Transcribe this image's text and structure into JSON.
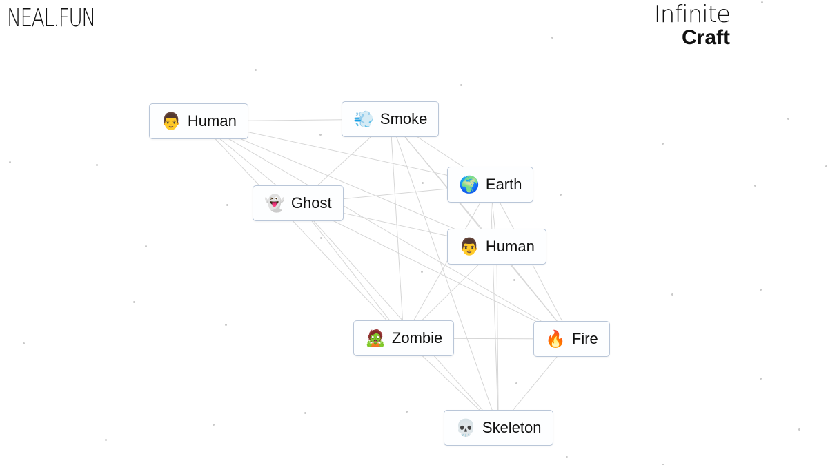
{
  "header": {
    "logo": "NEAL.FUN",
    "brand_top": "Infinite",
    "brand_bottom": "Craft"
  },
  "items": [
    {
      "id": "human1",
      "label": "Human",
      "icon": "👨",
      "icon_name": "man-face-icon"
    },
    {
      "id": "smoke",
      "label": "Smoke",
      "icon": "💨",
      "icon_name": "wind-puff-icon"
    },
    {
      "id": "earth",
      "label": "Earth",
      "icon": "🌍",
      "icon_name": "globe-icon"
    },
    {
      "id": "ghost",
      "label": "Ghost",
      "icon": "👻",
      "icon_name": "ghost-icon"
    },
    {
      "id": "human2",
      "label": "Human",
      "icon": "👨",
      "icon_name": "man-face-icon"
    },
    {
      "id": "zombie",
      "label": "Zombie",
      "icon": "🧟",
      "icon_name": "zombie-icon"
    },
    {
      "id": "fire",
      "label": "Fire",
      "icon": "🔥",
      "icon_name": "fire-icon"
    },
    {
      "id": "skeleton",
      "label": "Skeleton",
      "icon": "💀",
      "icon_name": "skull-icon"
    }
  ],
  "connections": [
    [
      "human1",
      "smoke"
    ],
    [
      "human1",
      "ghost"
    ],
    [
      "human1",
      "earth"
    ],
    [
      "human1",
      "human2"
    ],
    [
      "human1",
      "zombie"
    ],
    [
      "human1",
      "fire"
    ],
    [
      "smoke",
      "ghost"
    ],
    [
      "smoke",
      "earth"
    ],
    [
      "smoke",
      "human2"
    ],
    [
      "smoke",
      "zombie"
    ],
    [
      "smoke",
      "fire"
    ],
    [
      "smoke",
      "skeleton"
    ],
    [
      "ghost",
      "earth"
    ],
    [
      "ghost",
      "human2"
    ],
    [
      "ghost",
      "zombie"
    ],
    [
      "ghost",
      "fire"
    ],
    [
      "ghost",
      "skeleton"
    ],
    [
      "earth",
      "human2"
    ],
    [
      "earth",
      "zombie"
    ],
    [
      "earth",
      "fire"
    ],
    [
      "earth",
      "skeleton"
    ],
    [
      "human2",
      "zombie"
    ],
    [
      "human2",
      "fire"
    ],
    [
      "human2",
      "skeleton"
    ],
    [
      "zombie",
      "fire"
    ],
    [
      "zombie",
      "skeleton"
    ],
    [
      "fire",
      "skeleton"
    ]
  ],
  "colors": {
    "line": "#d6d6d6",
    "item_border": "#b9c6d8",
    "dot": "#c9c9c9"
  }
}
